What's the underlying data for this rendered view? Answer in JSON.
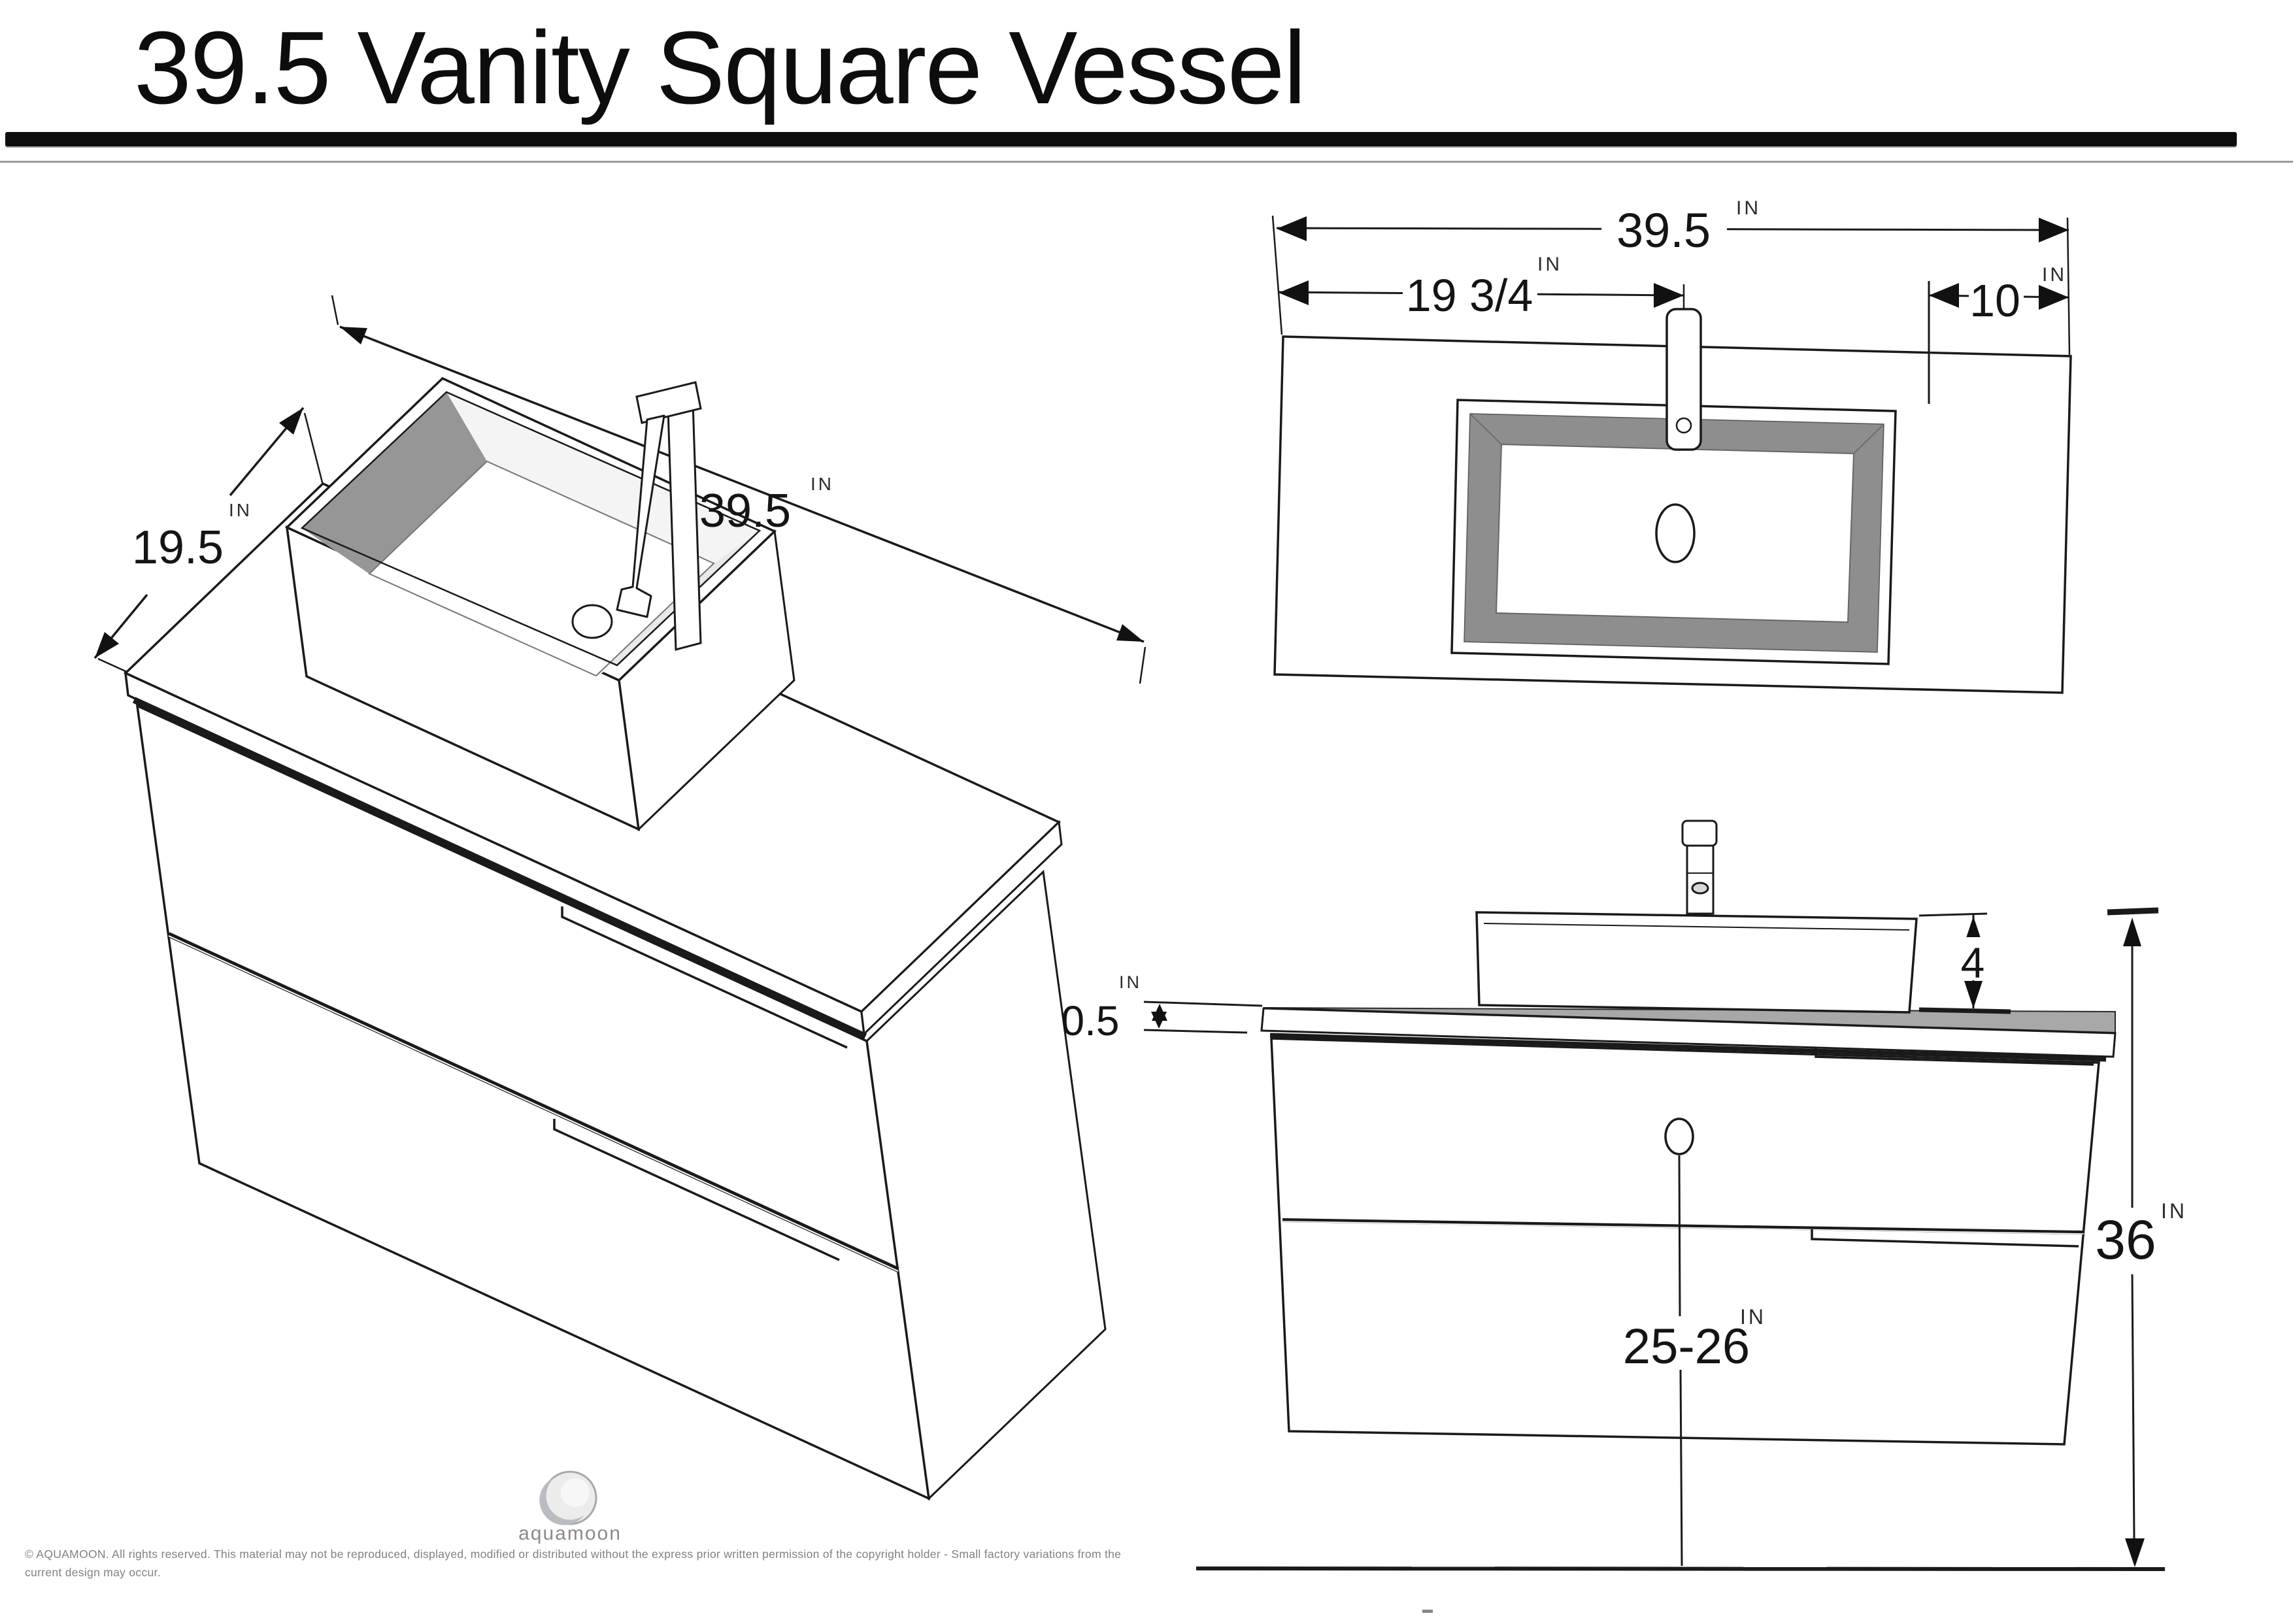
{
  "title": "39.5 Vanity Square Vessel",
  "unit_label": "IN",
  "perspective_view": {
    "depth": "19.5",
    "width": "39.5"
  },
  "top_view": {
    "overall_width": "39.5",
    "faucet_center_offset": "19 3/4",
    "right_offset": "10"
  },
  "front_view": {
    "countertop_thickness": "0.5",
    "vessel_height": "4",
    "overall_height": "36",
    "bottom_clearance": "25-26"
  },
  "footer": {
    "logo_text": "aquamoon",
    "copyright_line1": "© AQUAMOON. All rights reserved. This material may not be reproduced, displayed, modified or distributed without the express prior written permission of the copyright holder - Small factory variations from the",
    "copyright_line2": "current design may occur."
  }
}
